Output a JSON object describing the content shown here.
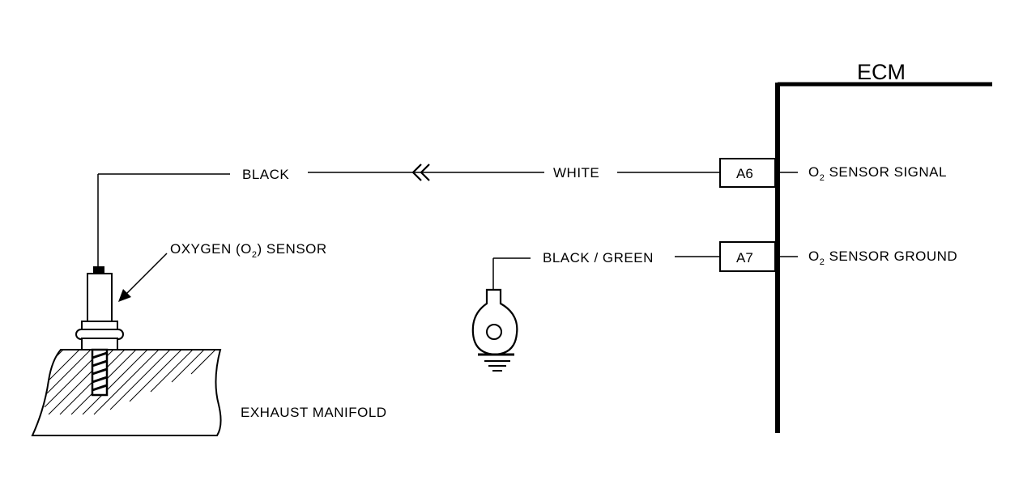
{
  "diagram": {
    "ecm_title": "ECM",
    "wire_black": "BLACK",
    "wire_white": "WHITE",
    "wire_black_green": "BLACK / GREEN",
    "pin_a6": "A6",
    "pin_a7": "A7",
    "o2_signal": {
      "prefix": "O",
      "sub": "2",
      "rest": " SENSOR SIGNAL"
    },
    "o2_ground": {
      "prefix": "O",
      "sub": "2",
      "rest": " SENSOR GROUND"
    },
    "oxygen_sensor": {
      "prefix": "OXYGEN (O",
      "sub": "2",
      "rest": ") SENSOR"
    },
    "exhaust_manifold": "EXHAUST MANIFOLD"
  }
}
